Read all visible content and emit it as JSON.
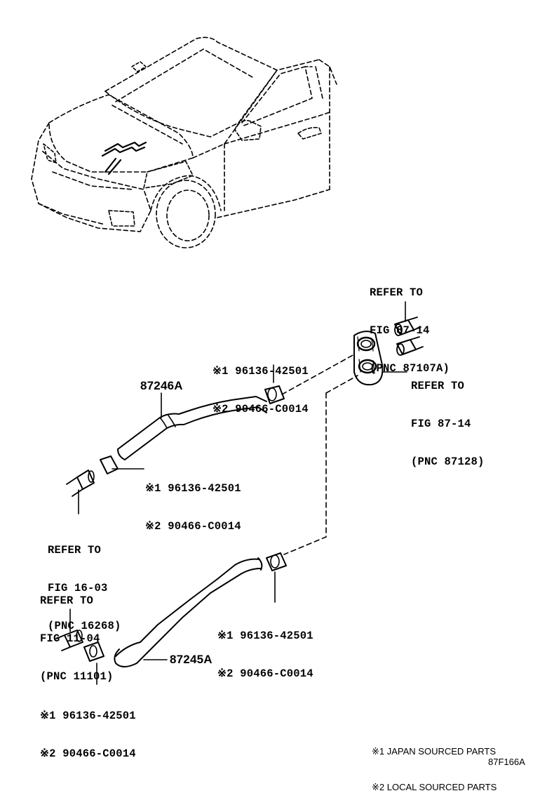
{
  "refs": {
    "top": [
      "REFER TO",
      "FIG 87-14",
      "(PNC 87107A)"
    ],
    "right": [
      "REFER TO",
      "FIG 87-14",
      "(PNC 87128)"
    ],
    "mid_left": [
      "REFER TO",
      "FIG 16-03",
      "(PNC 16268)"
    ],
    "low_left": [
      "REFER TO",
      "FIG 11-04",
      "(PNC 11101)"
    ]
  },
  "clamps": {
    "upper_right": [
      "※1 96136-42501",
      "※2 90466-C0014"
    ],
    "upper_left": [
      "※1 96136-42501",
      "※2 90466-C0014"
    ],
    "lower_right": [
      "※1 96136-42501",
      "※2 90466-C0014"
    ],
    "lower_left": [
      "※1 96136-42501",
      "※2 90466-C0014"
    ]
  },
  "parts": {
    "upper_hose": "87246A",
    "lower_hose": "87245A"
  },
  "notes": [
    "※1 JAPAN SOURCED PARTS",
    "※2 LOCAL SOURCED PARTS"
  ],
  "figure_id": "87F166A"
}
